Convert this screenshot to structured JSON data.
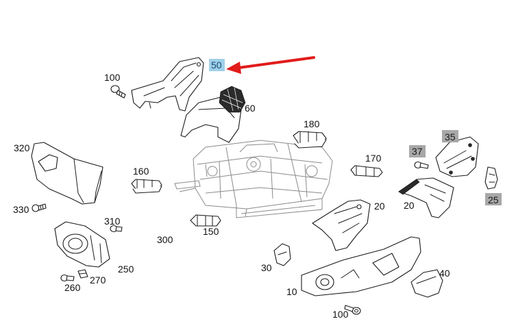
{
  "colors": {
    "highlight_badge": "#9fd0ea",
    "gray_badge": "#a8a8a8",
    "arrow": "#e21b1b",
    "line": "#1a1a1a",
    "frame_line": "#8a8a8a"
  },
  "labels": {
    "p50": "50",
    "p100_top": "100",
    "p60": "60",
    "p320": "320",
    "p330": "330",
    "p160": "160",
    "p180": "180",
    "p170": "170",
    "p37": "37",
    "p35": "35",
    "p25": "25",
    "p20a": "20",
    "p20b": "20",
    "p310": "310",
    "p300": "300",
    "p150": "150",
    "p250": "250",
    "p270": "270",
    "p260": "260",
    "p30": "30",
    "p10": "10",
    "p40": "40",
    "p100_bottom": "100"
  }
}
